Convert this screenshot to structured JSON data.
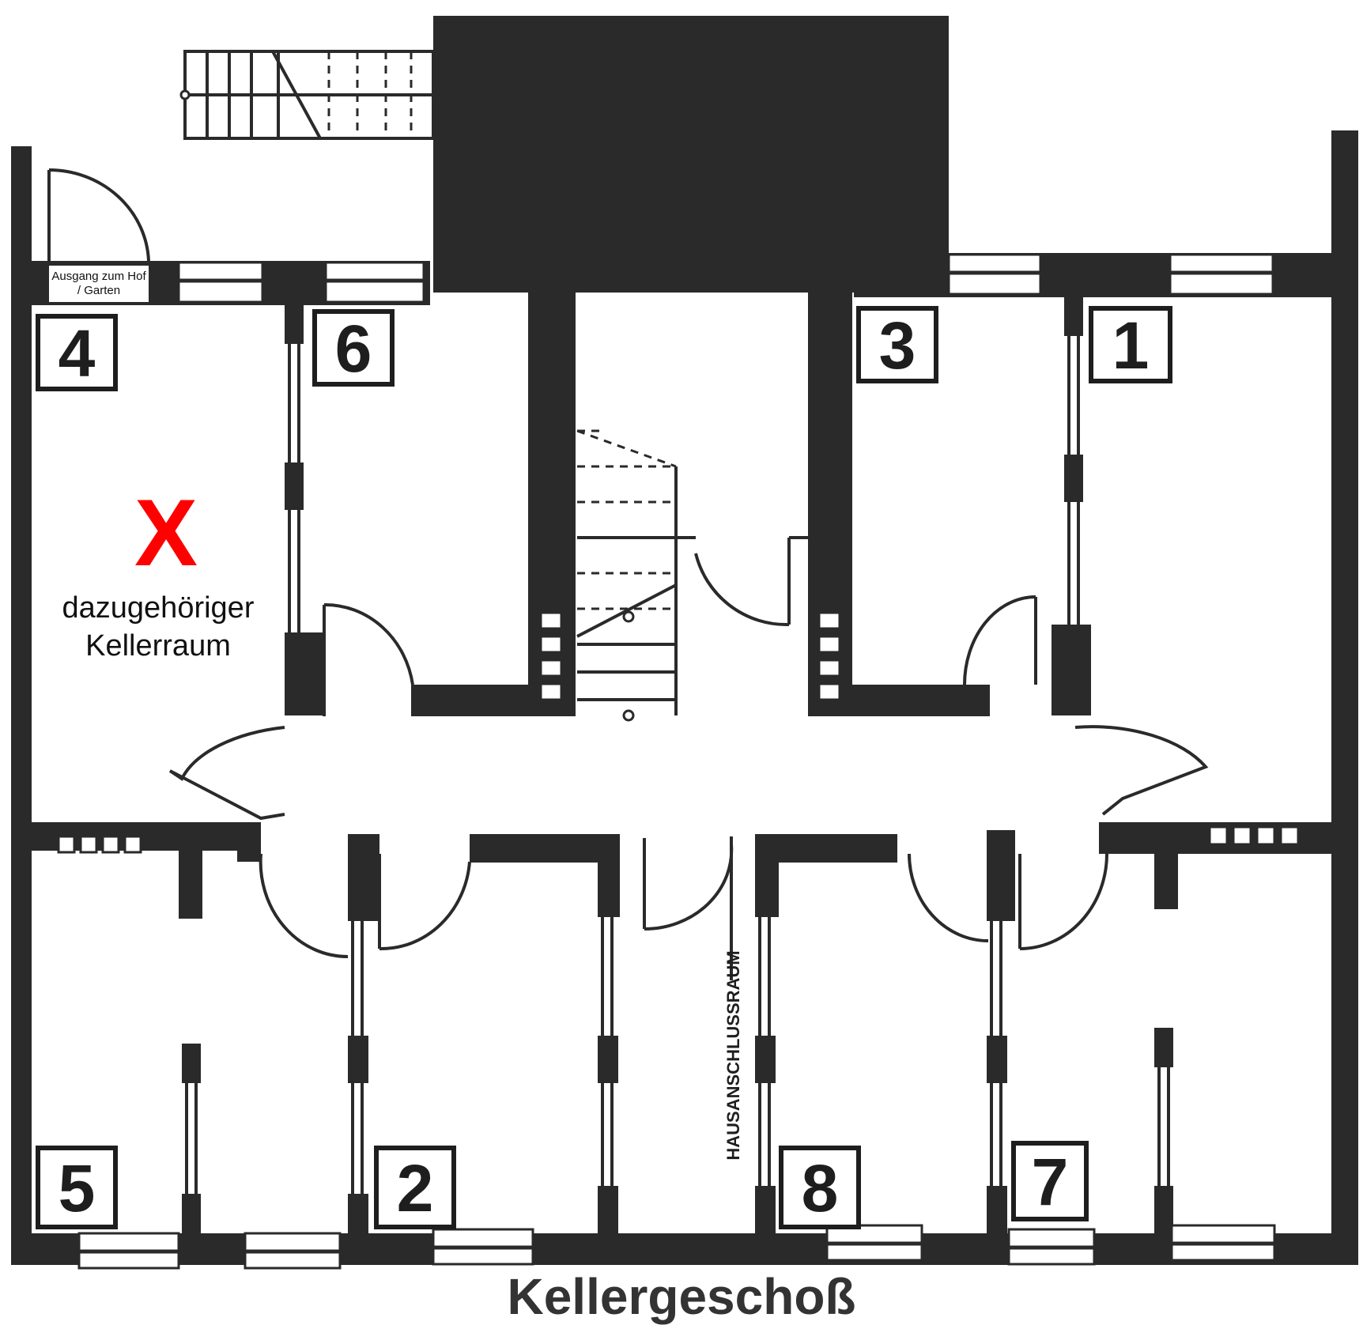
{
  "exit_label": "Ausgang zum Hof / Garten",
  "marker": {
    "symbol": "X",
    "color": "#ff0000"
  },
  "selected_room_label": "dazugehöriger Kellerraum",
  "utility_room_label": "HAUSANSCHLUSSRAUM",
  "title": "Kellergeschoß",
  "rooms": [
    {
      "number": "4"
    },
    {
      "number": "6"
    },
    {
      "number": "3"
    },
    {
      "number": "1"
    },
    {
      "number": "5"
    },
    {
      "number": "2"
    },
    {
      "number": "8"
    },
    {
      "number": "7"
    }
  ]
}
